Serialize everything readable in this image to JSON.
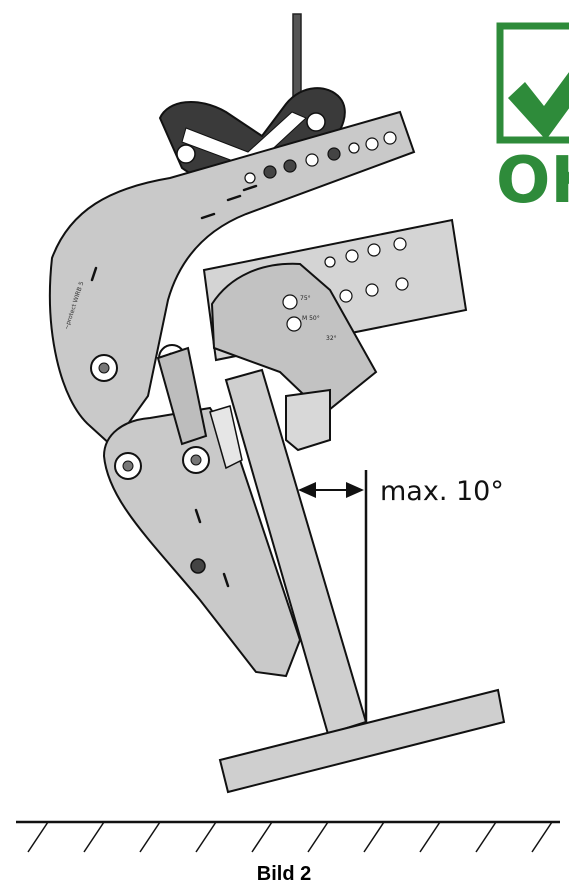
{
  "figure": {
    "angle_label": "max. 10°",
    "caption": "Bild 2",
    "ok_badge_text": "OK",
    "ok_badge_icon": "checkmark-icon",
    "ok_color": "#2e8b3a",
    "plate_color": "#c9c9c9",
    "beam_color": "#cfcfcf",
    "shackle_color": "#3a3a3a",
    "etched_brand_text": "~protect WIRB 5",
    "etched_slot_labels": [
      "75°",
      "M 50°",
      "32°"
    ]
  }
}
